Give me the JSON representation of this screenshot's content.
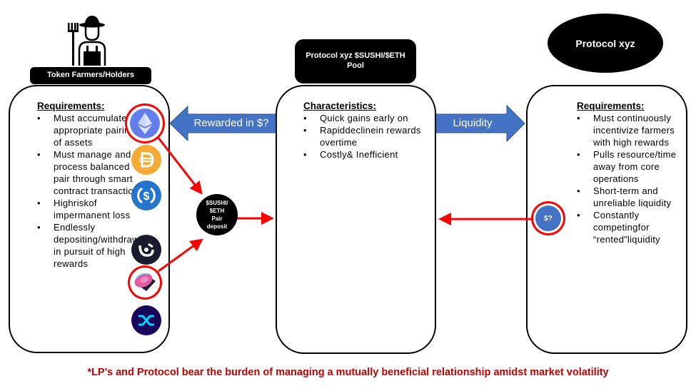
{
  "left": {
    "title": "Token Farmers/Holders",
    "heading": "Requirements:",
    "items": [
      "Must accumulate appropriate pairing of assets",
      "Must manage and process balanced pair through smart contract transactions",
      "Highriskof impermanent loss",
      "Endlessly depositing/withdrawing in pursuit of high rewards"
    ],
    "tokens": [
      "ETH",
      "DAI",
      "USDC",
      "1inch",
      "SUSHI",
      "Synthetix"
    ]
  },
  "middle": {
    "title_line1": "Protocol xyz  $SUSHI/$ETH",
    "title_line2": "Pool",
    "heading": "Characteristics:",
    "items": [
      "Quick gains early on",
      "Rapiddeclinein rewards overtime",
      "Costly& Inefficient"
    ]
  },
  "right": {
    "title": "Protocol xyz",
    "heading": "Requirements:",
    "items": [
      "Must continuously incentivize farmers with high rewards",
      "Pulls resource/time away from core operations",
      "Short-term and unreliable liquidity",
      "Constantly competingfor “rented”liquidity"
    ]
  },
  "arrows": {
    "rewarded": "Rewarded in $?",
    "liquidity": "Liquidity"
  },
  "pair_deposit": {
    "line1": "$SUSHI/",
    "line2": "$ETH",
    "line3": "Pair",
    "line4": "deposit"
  },
  "reward_token": "$?",
  "footer": "*LP’s and  Protocol bear the burden of managing a mutually beneficial relationship amidst market volatility",
  "colors": {
    "arrow_blue": "#4472c4",
    "highlight_red": "#ff0000",
    "footer_red": "#c00000"
  }
}
